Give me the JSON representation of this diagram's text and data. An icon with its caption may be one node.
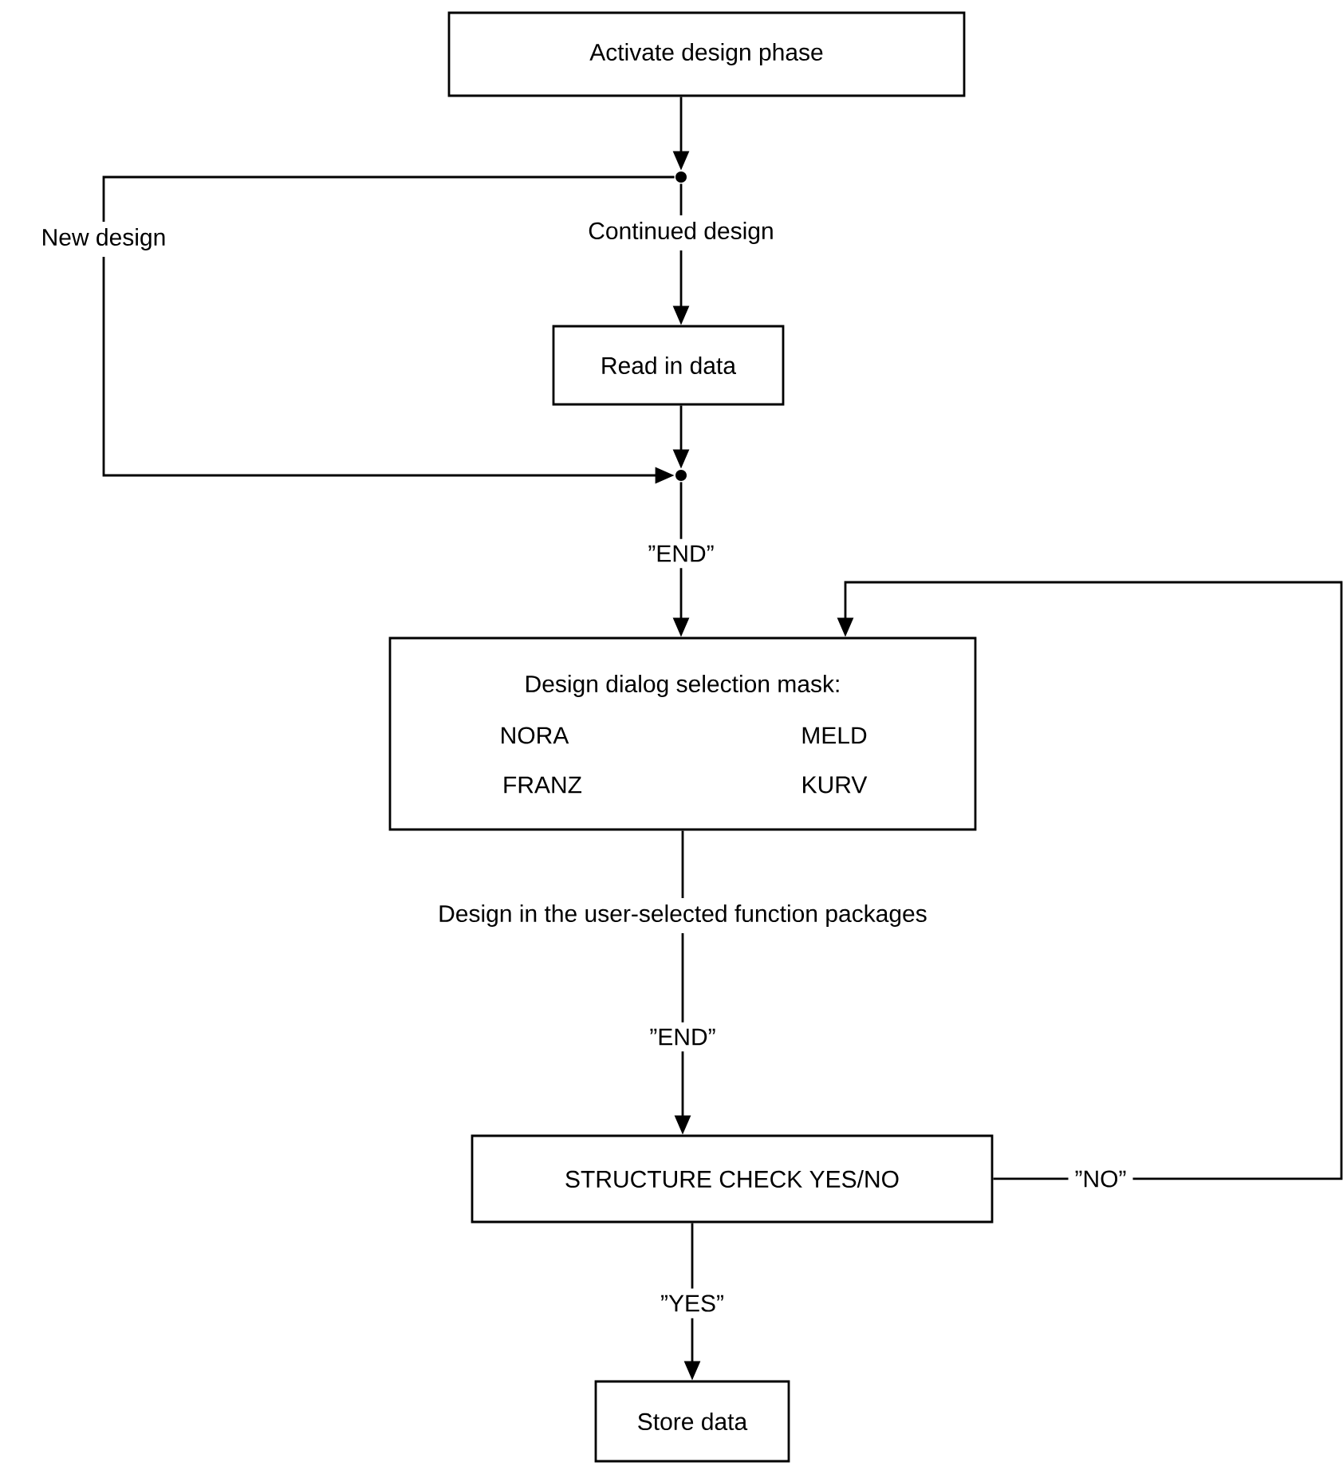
{
  "diagram": {
    "nodes": [
      {
        "text": [
          "Activate design phase"
        ]
      },
      {
        "text": [],
        "shape": "circle"
      },
      {
        "text": [
          "Read in data"
        ]
      },
      {
        "text": [],
        "shape": "circle"
      },
      {
        "text": [
          "Design dialog selection mask:",
          "NORA",
          "MELD",
          "FRANZ",
          "KURV"
        ]
      },
      {
        "text": [
          "STRUCTURE CHECK YES/NO"
        ]
      },
      {
        "text": [
          "Store data"
        ]
      }
    ],
    "edges": [
      {
        "from": 0,
        "to": 1,
        "arrow": "to"
      },
      {
        "from": 1,
        "to": 3,
        "arrow": "to",
        "label": "New design"
      },
      {
        "from": 1,
        "to": 2,
        "arrow": "to",
        "label": "Continued design"
      },
      {
        "from": 2,
        "to": 3,
        "arrow": "to"
      },
      {
        "from": 3,
        "to": 4,
        "arrow": "to",
        "label": "”END”"
      },
      {
        "from": 4,
        "to": 5,
        "arrow": "to",
        "label": "”END”"
      },
      {
        "from": 5,
        "to": 4,
        "arrow": "to",
        "label": "”NO”"
      },
      {
        "from": 5,
        "to": 6,
        "arrow": "to",
        "label": "”YES”"
      }
    ],
    "labels": [
      "Design in the user-selected function packages"
    ]
  }
}
